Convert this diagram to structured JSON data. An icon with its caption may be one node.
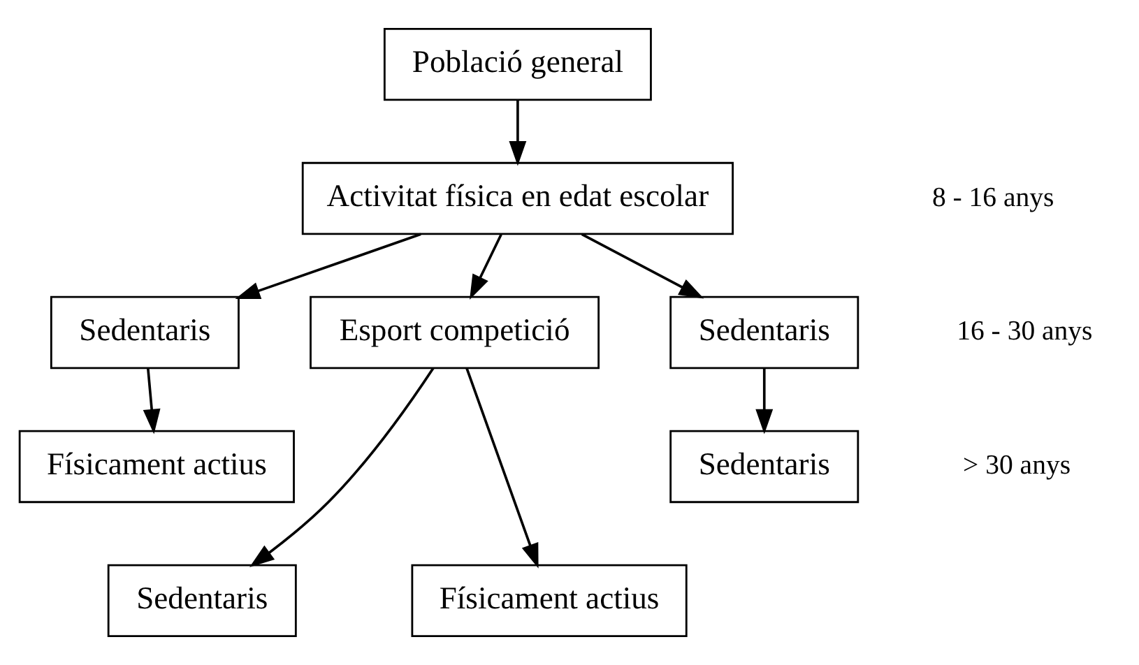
{
  "diagram": {
    "nodes": [
      {
        "text": [
          "Població general"
        ]
      },
      {
        "text": [
          "Activitat física en edat escolar"
        ]
      },
      {
        "text": [
          "Sedentaris"
        ]
      },
      {
        "text": [
          "Sedentaris"
        ]
      },
      {
        "text": [
          "Esport competició"
        ]
      },
      {
        "text": [
          "Sedentaris"
        ]
      },
      {
        "text": [
          "Físicament actius"
        ]
      },
      {
        "text": [
          "Sedentaris"
        ]
      },
      {
        "text": [
          "Físicament actius"
        ]
      }
    ],
    "edges": [
      {
        "from": 0,
        "to": 1,
        "arrow": "to"
      },
      {
        "from": 1,
        "to": 2,
        "arrow": "to"
      },
      {
        "from": 1,
        "to": 3,
        "arrow": "to"
      },
      {
        "from": 1,
        "to": 4,
        "arrow": "to"
      },
      {
        "from": 2,
        "to": 5,
        "arrow": "to"
      },
      {
        "from": 3,
        "to": 6,
        "arrow": "to"
      },
      {
        "from": 4,
        "to": 7,
        "arrow": "to"
      },
      {
        "from": 4,
        "to": 8,
        "arrow": "to"
      }
    ],
    "labels": [
      "8 - 16 anys",
      "16 - 30 anys",
      "> 30 anys"
    ]
  }
}
